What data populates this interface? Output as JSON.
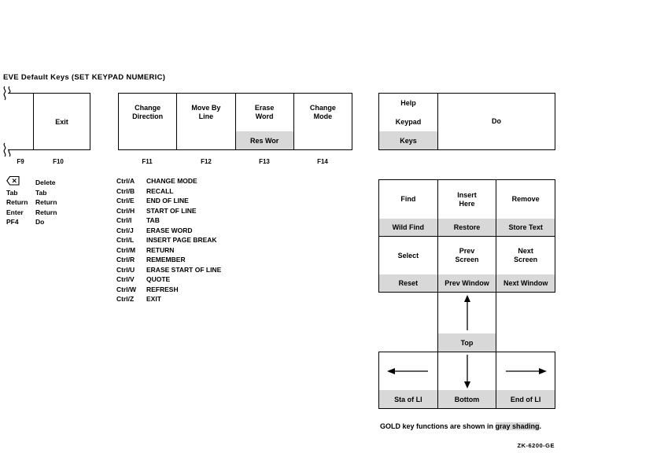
{
  "title": "EVE Default Keys  (SET KEYPAD NUMERIC)",
  "shading_color": "#d8d8d8",
  "function_row": {
    "f_labels": [
      "F9",
      "F10",
      "F11",
      "F12",
      "F13",
      "F14"
    ],
    "partial_key": {
      "label": "Exit"
    },
    "keys": [
      {
        "line1": "Change",
        "line2": "Direction",
        "gold": ""
      },
      {
        "line1": "Move By",
        "line2": "Line",
        "gold": ""
      },
      {
        "line1": "Erase",
        "line2": "Word",
        "gold": "Res Wor"
      },
      {
        "line1": "Change",
        "line2": "Mode",
        "gold": ""
      }
    ]
  },
  "help_do": {
    "line1": "Help",
    "line2": "Keypad",
    "gold": "Keys",
    "do_label": "Do"
  },
  "key_mappings": {
    "rows": [
      {
        "key": "",
        "icon": "delete-left-icon",
        "fn": "Delete"
      },
      {
        "key": "Tab",
        "fn": "Tab"
      },
      {
        "key": "Return",
        "fn": "Return"
      },
      {
        "key": "Enter",
        "fn": "Return"
      },
      {
        "key": "PF4",
        "fn": "Do"
      }
    ]
  },
  "ctrl_mappings": {
    "rows": [
      {
        "key": "Ctrl/A",
        "fn": "CHANGE MODE"
      },
      {
        "key": "Ctrl/B",
        "fn": "RECALL"
      },
      {
        "key": "Ctrl/E",
        "fn": "END OF LINE"
      },
      {
        "key": "Ctrl/H",
        "fn": "START OF LINE"
      },
      {
        "key": "Ctrl/I",
        "fn": "TAB"
      },
      {
        "key": "Ctrl/J",
        "fn": "ERASE WORD"
      },
      {
        "key": "Ctrl/L",
        "fn": "INSERT PAGE BREAK"
      },
      {
        "key": "Ctrl/M",
        "fn": "RETURN"
      },
      {
        "key": "Ctrl/R",
        "fn": "REMEMBER"
      },
      {
        "key": "Ctrl/U",
        "fn": "ERASE START OF LINE"
      },
      {
        "key": "Ctrl/V",
        "fn": "QUOTE"
      },
      {
        "key": "Ctrl/W",
        "fn": "REFRESH"
      },
      {
        "key": "Ctrl/Z",
        "fn": "EXIT"
      }
    ]
  },
  "editing_keypad": {
    "keys": [
      {
        "line1": "Find",
        "line2": "",
        "gold": "Wild Find"
      },
      {
        "line1": "Insert",
        "line2": "Here",
        "gold": "Restore"
      },
      {
        "line1": "Remove",
        "line2": "",
        "gold": "Store Text"
      },
      {
        "line1": "Select",
        "line2": "",
        "gold": "Reset"
      },
      {
        "line1": "Prev",
        "line2": "Screen",
        "gold": "Prev Window"
      },
      {
        "line1": "Next",
        "line2": "Screen",
        "gold": "Next Window"
      }
    ]
  },
  "arrow_keys": {
    "top": {
      "gold": "Top",
      "icon": "up-arrow-icon"
    },
    "left": {
      "gold": "Sta of LI",
      "icon": "left-arrow-icon"
    },
    "bottom": {
      "gold": "Bottom",
      "icon": "down-arrow-icon"
    },
    "right": {
      "gold": "End of LI",
      "icon": "right-arrow-icon"
    }
  },
  "gold_note": {
    "prefix": "GOLD key functions are shown in ",
    "highlight": "gray shading",
    "suffix": "."
  },
  "figure_code": "ZK-6200-GE"
}
